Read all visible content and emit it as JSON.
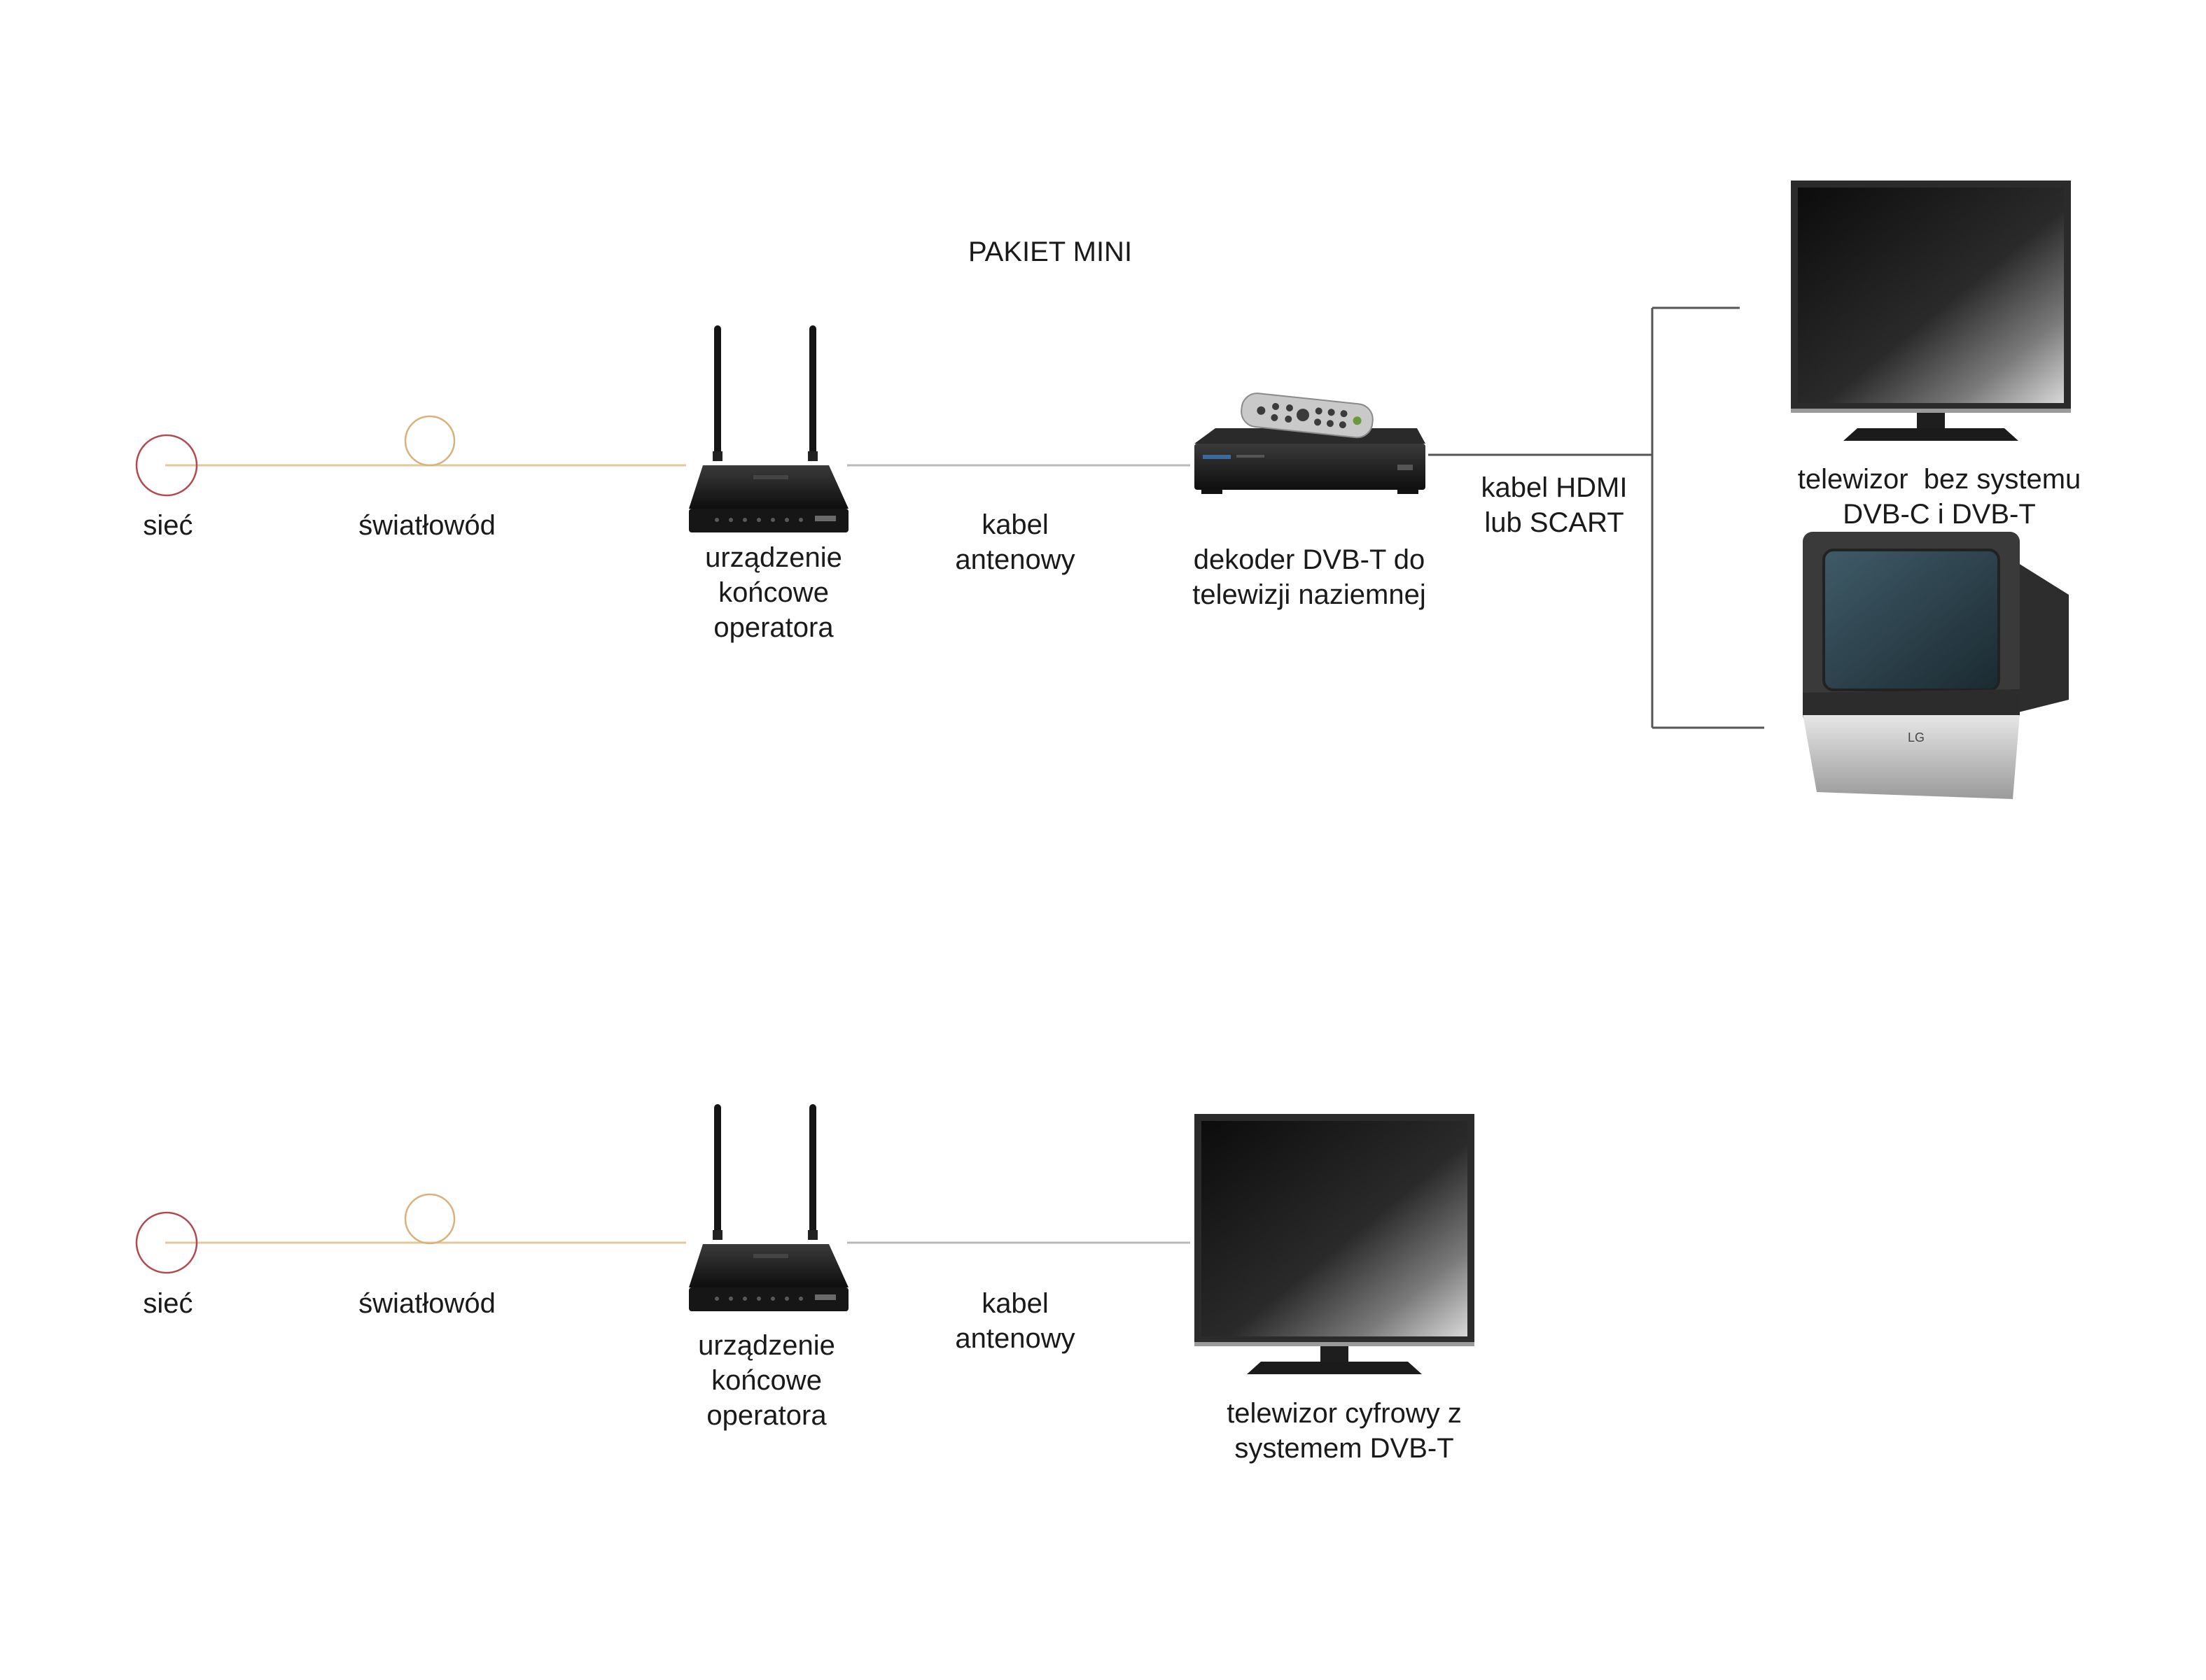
{
  "title": "PAKIET MINI",
  "colors": {
    "fiber_line": "#e3c89e",
    "network_circle": "#b5484e",
    "fiber_circle": "#d8b27a",
    "coax_line": "#b8b8b8",
    "branch_line": "#555555"
  },
  "top": {
    "network": "sieć",
    "fiber": "światłowód",
    "router": "urządzenie\nkońcowe\noperatora",
    "antenna_cable": "kabel\nantenowy",
    "decoder": "dekoder DVB-T do\ntelewizji naziemnej",
    "hdmi_cable": "kabel HDMI\nlub SCART",
    "tv": "telewizor  bez systemu\nDVB-C i DVB-T"
  },
  "bottom": {
    "network": "sieć",
    "fiber": "światłowód",
    "router": "urządzenie\nkońcowe\noperatora",
    "antenna_cable": "kabel\nantenowy",
    "tv": "telewizor cyfrowy z\nsystemem DVB-T"
  },
  "icons": {
    "network": "circle-icon",
    "fiber": "circle-icon",
    "router": "wifi-router-icon",
    "decoder": "set-top-box-icon",
    "remote": "remote-control-icon",
    "flat_tv": "flat-tv-icon",
    "crt_tv": "crt-tv-icon"
  }
}
